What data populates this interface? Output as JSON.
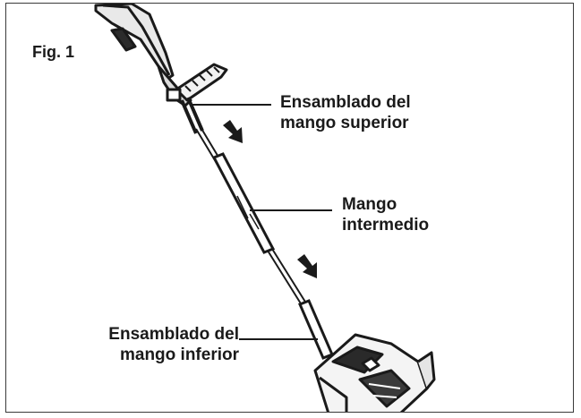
{
  "figure": {
    "title": "Fig. 1"
  },
  "labels": {
    "upper": {
      "line1": "Ensamblado del",
      "line2": "mango superior"
    },
    "middle": {
      "line1": "Mango",
      "line2": "intermedio"
    },
    "lower": {
      "line1": "Ensamblado del",
      "line2": "mango inferior"
    }
  },
  "icons": [
    "down-right-arrow-icon"
  ]
}
